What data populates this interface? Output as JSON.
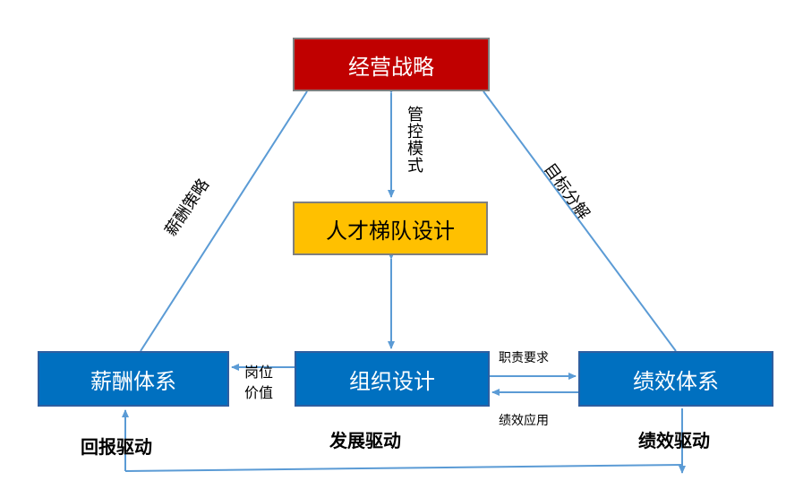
{
  "nodes": {
    "strategy": "经营战略",
    "talent": "人才梯队设计",
    "salary": "薪酬体系",
    "org": "组织设计",
    "performance": "绩效体系"
  },
  "edges": {
    "salary_strategy": "薪酬策略",
    "control_mode": "管控模式",
    "target_breakdown": "目标分解",
    "job_value_line1": "岗位",
    "job_value_line2": "价值",
    "job_requirements": "职责要求",
    "performance_application": "绩效应用"
  },
  "drivers": {
    "reward": "回报驱动",
    "development": "发展驱动",
    "performance": "绩效驱动"
  },
  "colors": {
    "strategy_fill": "#c00000",
    "talent_fill": "#ffc000",
    "system_fill": "#0070c0",
    "connector": "#5b9bd5"
  }
}
